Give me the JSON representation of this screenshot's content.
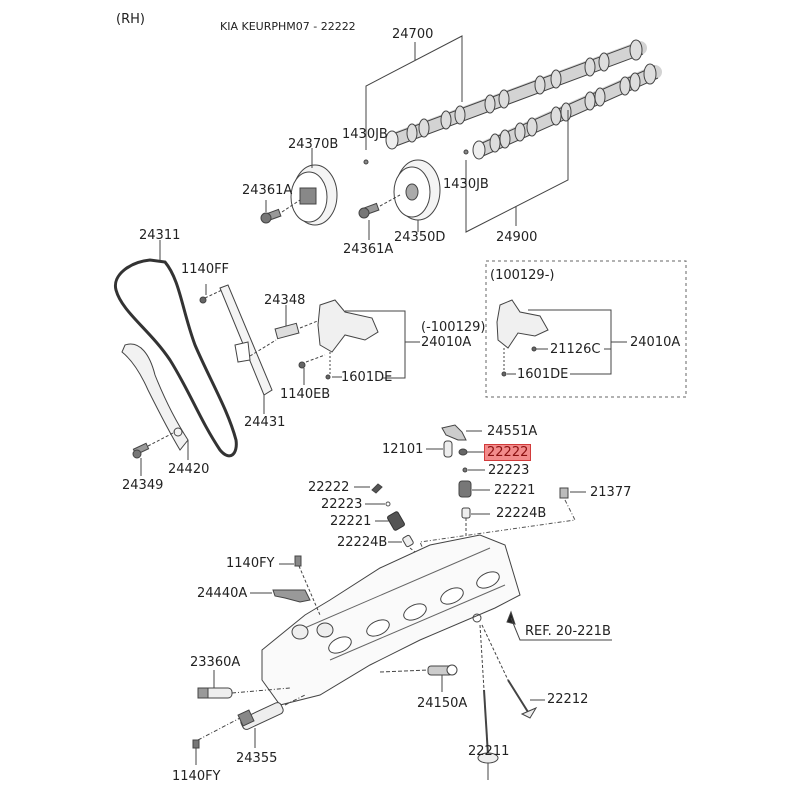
{
  "header": {
    "side": "(RH)",
    "title": "KIA KEURPHM07 - 22222"
  },
  "highlight_color": "#f28b8b",
  "highlighted_part": "22222",
  "labels": {
    "p24700": "24700",
    "p1430jb_a": "1430JB",
    "p24370b": "24370B",
    "p24361a_a": "24361A",
    "p1430jb_b": "1430JB",
    "p24361a_b": "24361A",
    "p24350d": "24350D",
    "p24900": "24900",
    "p24311": "24311",
    "p1140ff": "1140FF",
    "p24348": "24348",
    "p100129_before": "(-100129)",
    "p24010a_a": "24010A",
    "p1601de_a": "1601DE",
    "p1140eb": "1140EB",
    "p24431": "24431",
    "p100129_after": "(100129-)",
    "p21126c": "21126C",
    "p24010a_b": "24010A",
    "p1601de_b": "1601DE",
    "p24420": "24420",
    "p24349": "24349",
    "p24551a": "24551A",
    "p12101": "12101",
    "p22222_hl": "22222",
    "p22223_a": "22223",
    "p22221_a": "22221",
    "p21377": "21377",
    "p22224b_a": "22224B",
    "p22222_b": "22222",
    "p22223_b": "22223",
    "p22221_b": "22221",
    "p22224b_b": "22224B",
    "p1140fy_a": "1140FY",
    "p24440a": "24440A",
    "ref": "REF. 20-221B",
    "p23360a": "23360A",
    "p24150a": "24150A",
    "p22212": "22212",
    "p24355": "24355",
    "p22211": "22211",
    "p1140fy_b": "1140FY"
  }
}
